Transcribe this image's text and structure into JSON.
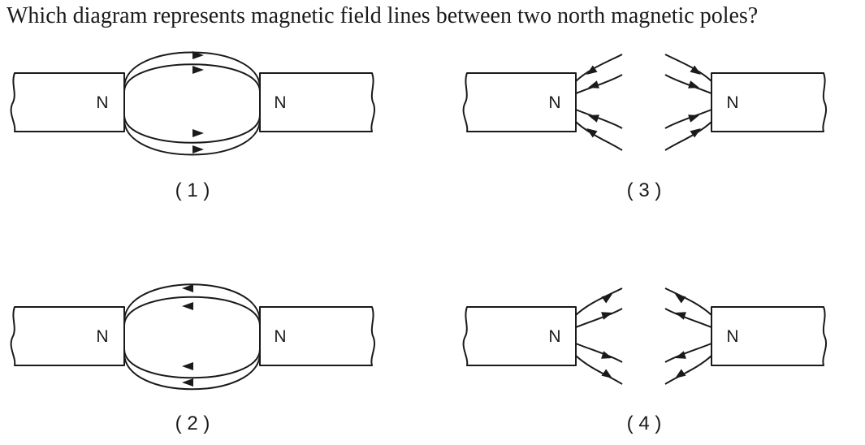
{
  "question": "Which diagram represents magnetic field lines between two north magnetic poles?",
  "options": [
    {
      "caption": "( 1 )",
      "left_pole": "N",
      "right_pole": "N",
      "style": "loops",
      "arrow_direction": "left-to-right"
    },
    {
      "caption": "( 2 )",
      "left_pole": "N",
      "right_pole": "N",
      "style": "loops",
      "arrow_direction": "right-to-left"
    },
    {
      "caption": "( 3 )",
      "left_pole": "N",
      "right_pole": "N",
      "style": "diverging",
      "arrow_direction": "into-poles"
    },
    {
      "caption": "( 4 )",
      "left_pole": "N",
      "right_pole": "N",
      "style": "diverging",
      "arrow_direction": "out-of-poles"
    }
  ],
  "colors": {
    "ink": "#1a1a1a",
    "background": "#ffffff"
  }
}
